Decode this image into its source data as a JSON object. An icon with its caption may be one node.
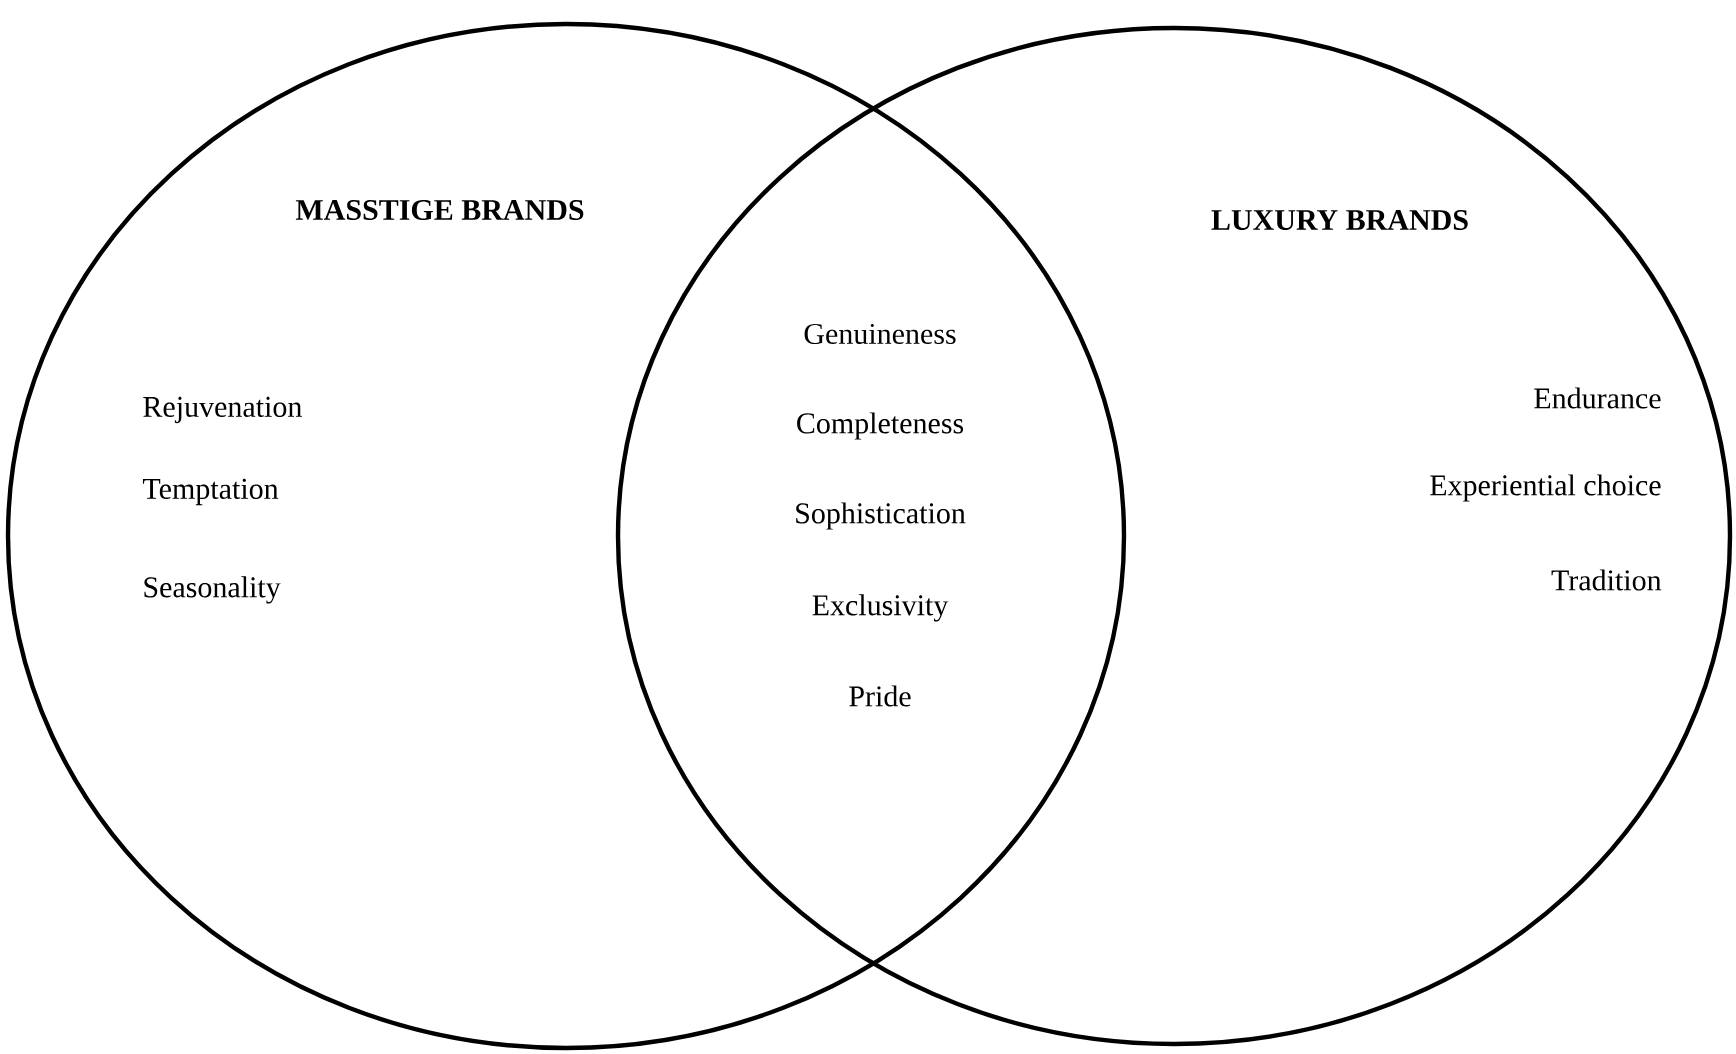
{
  "diagram": {
    "nodes": [
      {
        "text": [
          "MASSTIGE BRANDS",
          "Rejuvenation",
          "Temptation",
          "Seasonality"
        ]
      },
      {
        "text": [
          "LUXURY BRANDS",
          "Endurance",
          "Experiential choice",
          "Tradition"
        ]
      }
    ],
    "labels": [
      "Genuineness",
      "Completeness",
      "Sophistication",
      "Exclusivity",
      "Pride"
    ]
  }
}
